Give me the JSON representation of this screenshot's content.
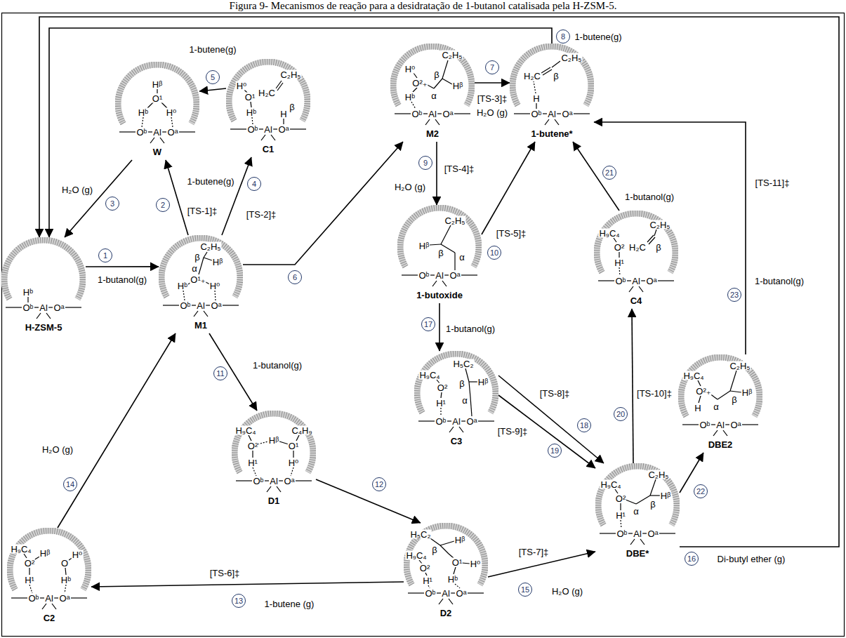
{
  "diagram": {
    "title": "Figura 9- Mecanismos de reação para a desidratação de 1-butanol catalisada pela H-ZSM-5.",
    "nodes": [
      {
        "text": [
          "H-ZSM-5",
          "Hᵇ",
          "Oᵇ",
          "Al",
          "Oᵃ"
        ]
      },
      {
        "text": [
          "M1",
          "C₂H₅",
          "β",
          "α",
          "Hᵝ",
          "Hᵇ",
          "O¹₊",
          "H⁰",
          "Oᵇ",
          "Al",
          "Oᵃ"
        ]
      },
      {
        "text": [
          "W",
          "Hᵝ",
          "O¹",
          "Hᵇ",
          "H⁰",
          "Oᵇ",
          "Al",
          "Oᵃ"
        ]
      },
      {
        "text": [
          "C1",
          "H⁰",
          "O¹",
          "H₂C",
          "C₂H₅",
          "Hᵇ",
          "H",
          "β",
          "Oᵇ",
          "Al",
          "Oᵃ"
        ]
      },
      {
        "text": [
          "M2",
          "H⁰",
          "O²₊",
          "Hᵇ",
          "C₂H₅",
          "β",
          "Hᵝ",
          "α",
          "Oᵇ",
          "Al",
          "Oᵃ"
        ]
      },
      {
        "text": [
          "1-butene*",
          "H₂C",
          "C₂H₅",
          "β",
          "H",
          "Oᵇ",
          "Al",
          "Oᵃ"
        ]
      },
      {
        "text": [
          "1-butoxide",
          "C₂H₅",
          "Hᵝ",
          "β",
          "α",
          "Oᵇ",
          "Al",
          "Oᵃ"
        ]
      },
      {
        "text": [
          "C3",
          "H₉C₄",
          "O²",
          "H¹",
          "H₅C₂",
          "β",
          "Hᵝ",
          "α",
          "Oᵇ",
          "Al",
          "Oᵃ"
        ]
      },
      {
        "text": [
          "C4",
          "H₉C₄",
          "O²",
          "H¹",
          "H₂C",
          "C₂H₅",
          "β",
          "Oᵇ",
          "Al",
          "Oᵃ"
        ]
      },
      {
        "text": [
          "DBE2",
          "H₉C₄",
          "O²₊",
          "H",
          "C₂H₅",
          "β",
          "Hᵝ",
          "α",
          "Oᵇ",
          "Al",
          "Oᵃ"
        ]
      },
      {
        "text": [
          "DBE*",
          "H₉C₄",
          "O²",
          "H¹",
          "C₂H₅",
          "β",
          "Hᵝ",
          "α",
          "Oᵇ",
          "Al",
          "Oᵃ"
        ]
      },
      {
        "text": [
          "D1",
          "H₉C₄",
          "O²",
          "Hᵝ",
          "O¹",
          "C₄H₉",
          "H¹",
          "H⁰",
          "Oᵇ",
          "Al",
          "Oᵃ"
        ]
      },
      {
        "text": [
          "D2",
          "H₅C₂",
          "β",
          "Hᵝ",
          "H₉C₄",
          "O²",
          "O¹",
          "H⁰",
          "H¹",
          "Hᵇ",
          "Oᵇ",
          "Al",
          "Oᵃ"
        ]
      },
      {
        "text": [
          "C2",
          "H₉C₄",
          "O²",
          "Hᵝ",
          "O",
          "H⁰",
          "Hᵇ",
          "H¹",
          "Oᵇ",
          "Al",
          "Oᵃ"
        ]
      }
    ],
    "edges": [
      {
        "from": 0,
        "to": 1,
        "arrow": "to"
      },
      {
        "from": 1,
        "to": 2,
        "arrow": "to"
      },
      {
        "from": 2,
        "to": 0,
        "arrow": "to"
      },
      {
        "from": 1,
        "to": 3,
        "arrow": "to"
      },
      {
        "from": 3,
        "to": 2,
        "arrow": "to"
      },
      {
        "from": 1,
        "to": 4,
        "arrow": "to"
      },
      {
        "from": 4,
        "to": 5,
        "arrow": "to"
      },
      {
        "from": 5,
        "to": 0,
        "arrow": "to"
      },
      {
        "from": 4,
        "to": 6,
        "arrow": "to"
      },
      {
        "from": 6,
        "to": 5,
        "arrow": "to"
      },
      {
        "from": 1,
        "to": 11,
        "arrow": "to"
      },
      {
        "from": 11,
        "to": 12,
        "arrow": "to"
      },
      {
        "from": 12,
        "to": 13,
        "arrow": "to"
      },
      {
        "from": 13,
        "to": 1,
        "arrow": "to"
      },
      {
        "from": 12,
        "to": 10,
        "arrow": "to"
      },
      {
        "from": 10,
        "to": 0,
        "arrow": "to"
      },
      {
        "from": 6,
        "to": 7,
        "arrow": "to"
      },
      {
        "from": 7,
        "to": 10,
        "arrow": "to"
      },
      {
        "from": 7,
        "to": 10,
        "arrow": "to"
      },
      {
        "from": 10,
        "to": 8,
        "arrow": "to"
      },
      {
        "from": 8,
        "to": 5,
        "arrow": "to"
      },
      {
        "from": 10,
        "to": 9,
        "arrow": "to"
      },
      {
        "from": 9,
        "to": 5,
        "arrow": "to"
      }
    ],
    "labels": [
      "1",
      "1-butanol(g)",
      "2",
      "[TS-1]‡",
      "1-butene(g)",
      "3",
      "H₂O (g)",
      "4",
      "[TS-2]‡",
      "5",
      "1-butene(g)",
      "6",
      "7",
      "[TS-3]‡",
      "H₂O (g)",
      "8",
      "1-butene(g)",
      "9",
      "[TS-4]‡",
      "H₂O (g)",
      "10",
      "[TS-5]‡",
      "11",
      "1-butanol(g)",
      "12",
      "13",
      "[TS-6]‡",
      "1-butene (g)",
      "14",
      "H₂O (g)",
      "15",
      "[TS-7]‡",
      "H₂O (g)",
      "16",
      "Di-butyl ether (g)",
      "17",
      "1-butanol(g)",
      "18",
      "[TS-8]‡",
      "19",
      "[TS-9]‡",
      "20",
      "[TS-10]‡",
      "21",
      "1-butanol(g)",
      "22",
      "23",
      "1-butanol(g)",
      "[TS-11]‡"
    ]
  }
}
